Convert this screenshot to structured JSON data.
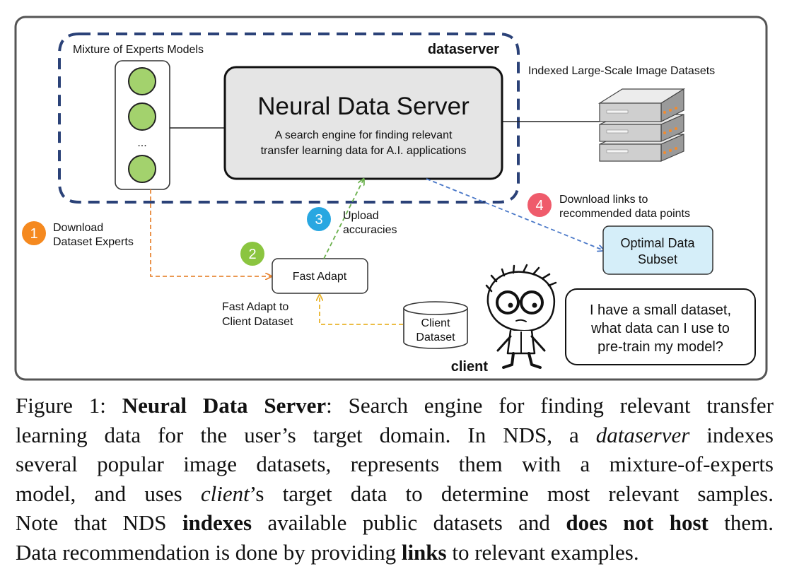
{
  "diagram": {
    "dataserver_label": "dataserver",
    "moe_title": "Mixture of Experts Models",
    "moe_ellipsis": "...",
    "nds_title": "Neural Data Server",
    "nds_desc_line1": "A search engine for finding relevant",
    "nds_desc_line2": "transfer learning data for A.I. applications",
    "indexed_label": "Indexed Large-Scale Image Datasets",
    "step1_num": "1",
    "step1_line1": "Download",
    "step1_line2": "Dataset Experts",
    "step2_num": "2",
    "fast_adapt_label": "Fast Adapt",
    "step3_num": "3",
    "step3_line1": "Upload",
    "step3_line2": "accuracies",
    "step4_num": "4",
    "step4_line1": "Download links to",
    "step4_line2": "recommended data points",
    "optimal_line1": "Optimal Data",
    "optimal_line2": "Subset",
    "fast_adapt_client_line1": "Fast Adapt to",
    "fast_adapt_client_line2": "Client Dataset",
    "client_dataset_line1": "Client",
    "client_dataset_line2": "Dataset",
    "client_label": "client",
    "bubble_line1": "I have a small dataset,",
    "bubble_line2": "what data can I use to",
    "bubble_line3": "pre-train my model?"
  },
  "colors": {
    "dashed_border": "#2b4278",
    "expert_green": "#a3d26d",
    "nds_fill": "#e5e5e5",
    "step1": "#f5891f",
    "step2": "#8bc540",
    "step3": "#29a7e1",
    "step4": "#ef5b6b",
    "arrow_orange": "#e8893a",
    "arrow_green": "#6ab04c",
    "arrow_blue": "#4a78c8",
    "arrow_yellow": "#f2c94c",
    "optimal_fill": "#d5eef9"
  },
  "caption": {
    "fig_label": "Figure 1: ",
    "title": "Neural Data Server",
    "l1_rest": ": Search engine for finding relevant transfer",
    "l2_a": "learning data for the user’s target domain.  In NDS, a ",
    "l2_em": "dataserver",
    "l2_b": " indexes",
    "l3": "several popular image datasets, represents them with a mixture-of-experts",
    "l4_a": "model, and uses ",
    "l4_em": "client",
    "l4_b": "’s target data to determine most relevant samples.",
    "l5_a": "Note that NDS ",
    "l5_b1": "indexes",
    "l5_c": " available public datasets and ",
    "l5_b2": "does not host",
    "l5_d": " them.",
    "l6_a": "Data recommendation is done by providing ",
    "l6_b": "links",
    "l6_c": " to relevant examples."
  }
}
